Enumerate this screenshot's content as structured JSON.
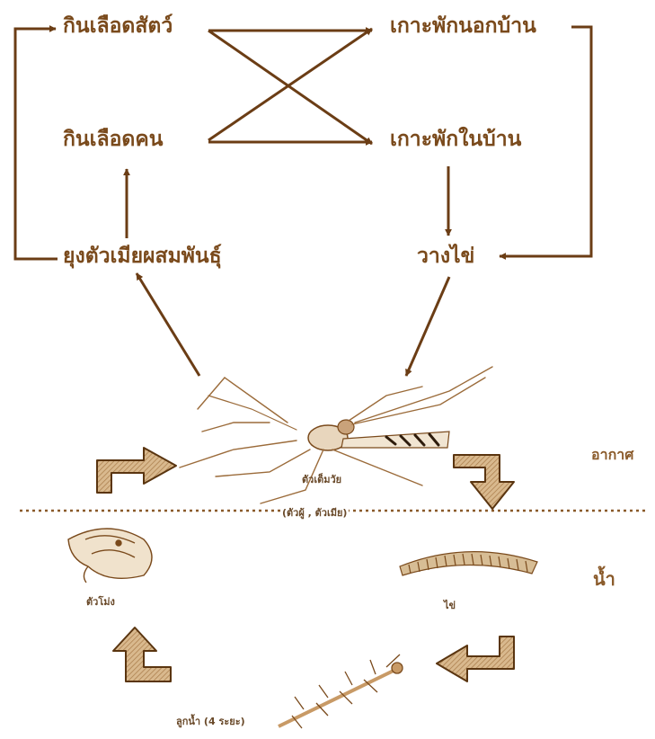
{
  "diagram": {
    "nodes": {
      "feed_animal": "กินเลือดสัตว์",
      "rest_outdoor": "เกาะพักนอกบ้าน",
      "feed_human": "กินเลือดคน",
      "rest_indoor": "เกาะพักในบ้าน",
      "mating": "ยุงตัวเมียผสมพันธุ์",
      "lay_eggs": "วางไข่"
    },
    "life_cycle": {
      "adult": "ตัวเต็มวัย",
      "adult_sub": "(ตัวผู้ , ตัวเมีย)",
      "egg": "ไข่",
      "larva": "ลูกน้ำ (4 ระยะ)",
      "pupa": "ตัวโม่ง"
    },
    "zones": {
      "air": "อากาศ",
      "water": "น้ำ"
    }
  },
  "colors": {
    "text": "#7a4a1c",
    "arrow": "#6b3d15",
    "divider": "#8a5a2a",
    "block_arrow_fill": "#c9a070"
  }
}
